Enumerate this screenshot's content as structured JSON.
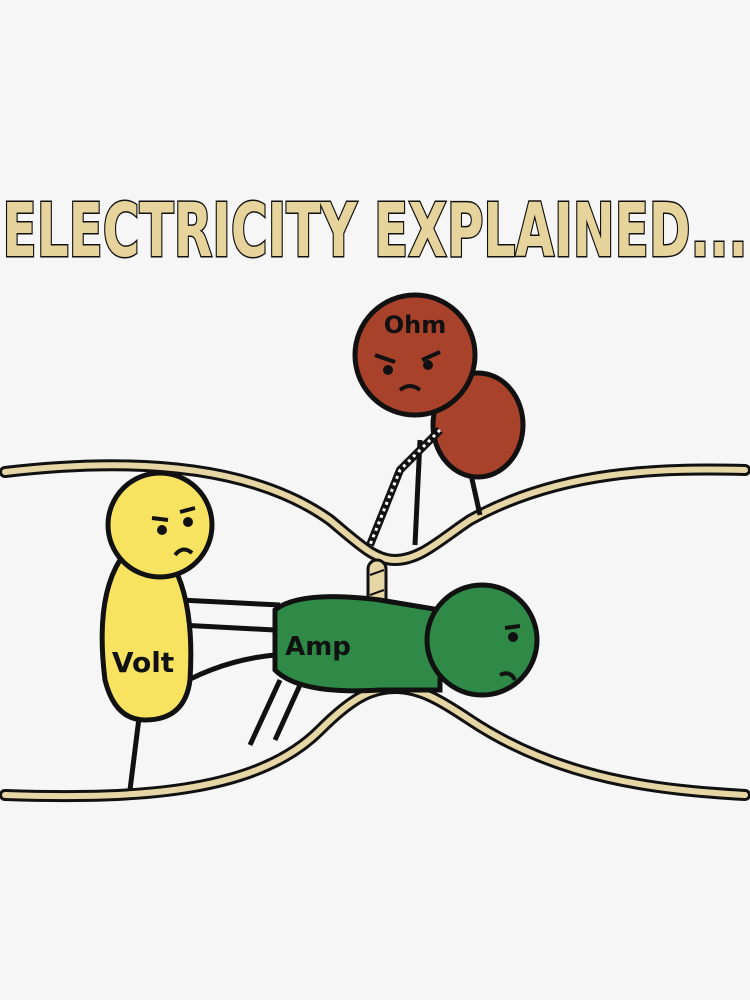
{
  "title": "ELECTRICITY EXPLAINED...",
  "characters": {
    "ohm": {
      "label": "Ohm",
      "color": "#a8422a"
    },
    "volt": {
      "label": "Volt",
      "color": "#f7e35f"
    },
    "amp": {
      "label": "Amp",
      "color": "#2e8a46"
    }
  },
  "colors": {
    "background": "#f6f6f7",
    "title_fill": "#e6d49c",
    "outline": "#111111",
    "wire_fill": "#e6d6a6"
  }
}
